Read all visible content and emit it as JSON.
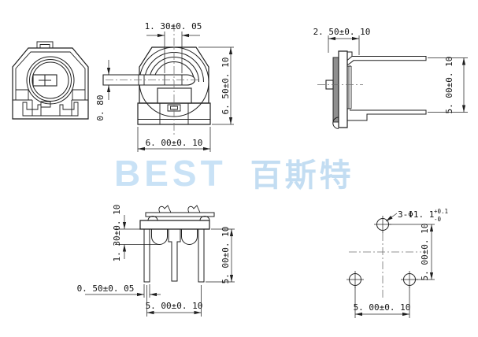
{
  "watermark": {
    "latin": "BEST",
    "cjk": "百斯特"
  },
  "views": {
    "back": {
      "dim_slot_width": "1. 30±0. 05",
      "dim_slot_depth": "0. 80",
      "dim_height": "6. 50±0. 10",
      "dim_width": "6. 00±0. 10"
    },
    "side": {
      "dim_thickness": "2. 50±0. 10",
      "dim_pin_span": "5. 00±0. 10"
    },
    "bottom": {
      "dim_standoff": "1. 30±0. 10",
      "dim_pin_width": "0. 50±0. 05",
      "dim_pin_pitch": "5. 00±0. 10",
      "dim_pin_length": "5. 00±0. 10"
    },
    "holes": {
      "note": "3-Φ1. 1",
      "tol_upper": "+0.1",
      "tol_lower": "-0",
      "dim_row_spacing": "5. 00±0. 10",
      "dim_col_spacing": "5. 00±0. 10"
    }
  },
  "colors": {
    "line": "#1f1f1f",
    "dimension": "#262626",
    "centerline": "#707070",
    "watermark_latin": "#c9e2f6",
    "watermark_cjk": "#c3ddf2",
    "shade": "#8f8f8f"
  }
}
